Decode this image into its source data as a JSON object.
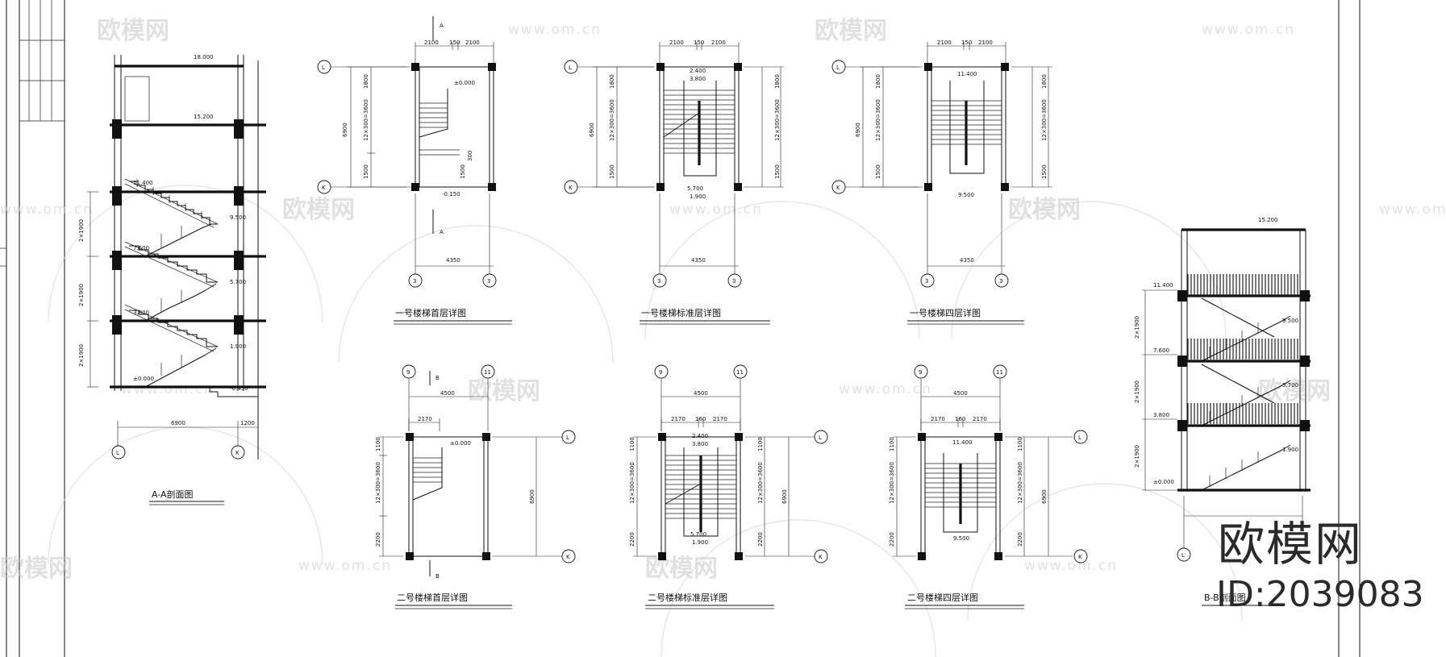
{
  "sheet_titles": {
    "aa_section": "A-A剖面图",
    "bb_section": "B-B剖面图",
    "st1_ground": "一号楼梯首层详图",
    "st1_std": "一号楼梯标准层详图",
    "st1_top": "一号楼梯四层详图",
    "st2_ground": "二号楼梯首层详图",
    "st2_std": "二号楼梯标准层详图",
    "st2_top": "二号楼梯四层详图"
  },
  "axis_labels": {
    "L": "L",
    "K": "K",
    "ax3": "3",
    "ax9": "9",
    "ax11": "11",
    "A": "A",
    "B": "B"
  },
  "elevations": {
    "e10800": "18.000",
    "e15200": "15.200",
    "e11400": "11.400",
    "e9500": "9.500",
    "e7600": "7.600",
    "e5700": "5.700",
    "e3800": "3.800",
    "e1900": "1.900",
    "e0": "±0.000",
    "e_neg": "-0.450",
    "e_neg2": "-0.150",
    "e2400": "2.400"
  },
  "dims": {
    "d6900": "6900",
    "d1200": "1200",
    "d4350": "4350",
    "d4500": "4500",
    "d2100": "2100",
    "d150": "150",
    "d160": "160",
    "d2170": "2170",
    "d1800": "1800",
    "d1500": "1500",
    "d1100": "1100",
    "d2200": "2200",
    "d300": "300",
    "d_run1": "12×300=3600",
    "d_run2": "12×300=3600",
    "d_rise": "2×1900",
    "d1900": "1.900"
  },
  "watermark": {
    "brand": "欧模网",
    "url": "www.om.cn",
    "big_brand": "欧模网",
    "id_text": "ID:2039083"
  }
}
